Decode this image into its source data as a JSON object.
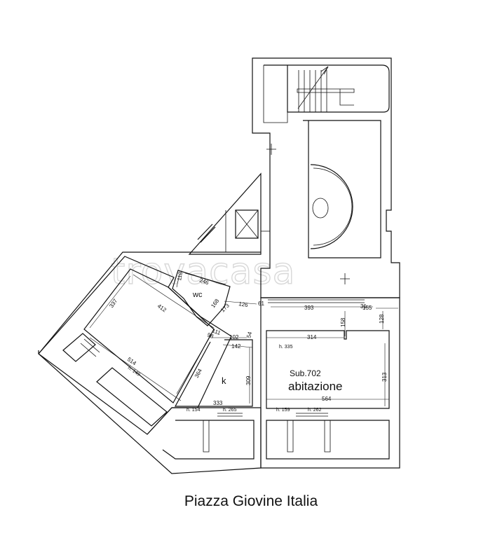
{
  "caption": "Piazza Giovine Italia",
  "watermark": "trovacasa",
  "rooms": {
    "wc": "wc",
    "kitchen": "k",
    "unit_id": "Sub.702",
    "unit_use": "abitazione"
  },
  "dimensions": {
    "d118": "118",
    "d246": "246",
    "d337": "337",
    "d412": "412",
    "d168": "168",
    "d173": "173",
    "d126": "126",
    "d61": "61",
    "d393": "393",
    "d31": "31",
    "d155": "155",
    "d128": "128",
    "d158": "158",
    "d111": "111",
    "d98": "98",
    "d102": "102",
    "d54": "54",
    "d142": "142",
    "d314": "314",
    "d514": "514",
    "d364": "364",
    "d309": "309",
    "d313": "313",
    "d564": "564",
    "d333": "333"
  },
  "heights": {
    "h335": "h. 335",
    "h149": "h. 149",
    "h154": "h. 154",
    "h265": "h. 265",
    "h159": "h. 159",
    "h262": "h. 262"
  },
  "colors": {
    "line": "#111111",
    "watermark": "#d8d8d8",
    "background": "#ffffff"
  }
}
